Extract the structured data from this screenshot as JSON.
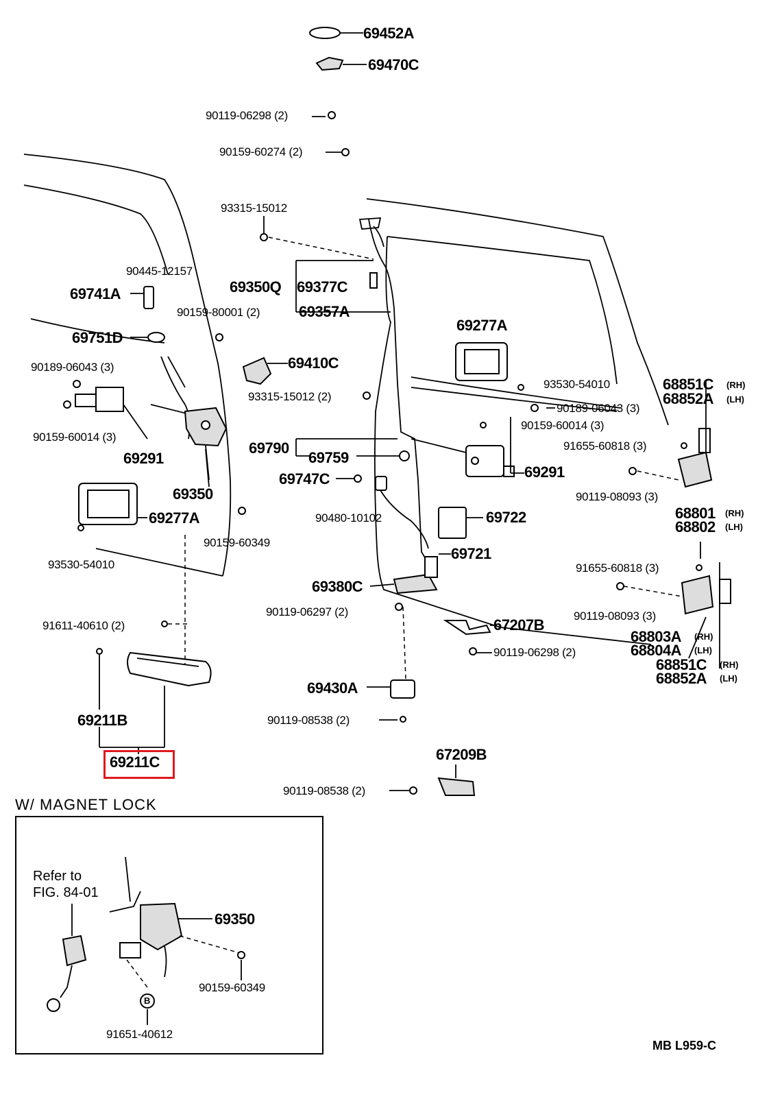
{
  "highlight": {
    "part": "69211C",
    "color": "#e0191e"
  },
  "labels": [
    {
      "id": "p69452A",
      "text": "69452A"
    },
    {
      "id": "p69470C",
      "text": "69470C"
    },
    {
      "id": "p90119_06298a",
      "text": "90119-06298 (2)"
    },
    {
      "id": "p90159_60274",
      "text": "90159-60274 (2)"
    },
    {
      "id": "p93315_15012a",
      "text": "93315-15012"
    },
    {
      "id": "p90445_12157",
      "text": "90445-12157"
    },
    {
      "id": "p69741A",
      "text": "69741A"
    },
    {
      "id": "p69350Q",
      "text": "69350Q"
    },
    {
      "id": "p69377C",
      "text": "69377C"
    },
    {
      "id": "p90159_80001",
      "text": "90159-80001 (2)"
    },
    {
      "id": "p69357A",
      "text": "69357A"
    },
    {
      "id": "p69751D",
      "text": "69751D"
    },
    {
      "id": "p69277Aa",
      "text": "69277A"
    },
    {
      "id": "p90189_06043a",
      "text": "90189-06043 (3)"
    },
    {
      "id": "p69410C",
      "text": "69410C"
    },
    {
      "id": "p93530_54010a",
      "text": "93530-54010"
    },
    {
      "id": "p68851Ca",
      "text": "68851C"
    },
    {
      "id": "p68852Aa",
      "text": "68852A"
    },
    {
      "id": "rh1",
      "text": "(RH)"
    },
    {
      "id": "lh1",
      "text": "(LH)"
    },
    {
      "id": "p93315_15012b",
      "text": "93315-15012 (2)"
    },
    {
      "id": "p90189_06043b",
      "text": "90189-06043 (3)"
    },
    {
      "id": "p90159_60014a",
      "text": "90159-60014 (3)"
    },
    {
      "id": "p90159_60014b",
      "text": "90159-60014 (3)"
    },
    {
      "id": "p91655_60818a",
      "text": "91655-60818 (3)"
    },
    {
      "id": "p69291a",
      "text": "69291"
    },
    {
      "id": "p69790",
      "text": "69790"
    },
    {
      "id": "p69759",
      "text": "69759"
    },
    {
      "id": "p69291b",
      "text": "69291"
    },
    {
      "id": "p69747C",
      "text": "69747C"
    },
    {
      "id": "p69350a",
      "text": "69350"
    },
    {
      "id": "p90119_08093a",
      "text": "90119-08093 (3)"
    },
    {
      "id": "p68801",
      "text": "68801"
    },
    {
      "id": "p68802",
      "text": "68802"
    },
    {
      "id": "rh2",
      "text": "(RH)"
    },
    {
      "id": "lh2",
      "text": "(LH)"
    },
    {
      "id": "p69277Ab",
      "text": "69277A"
    },
    {
      "id": "p90480_10102",
      "text": "90480-10102"
    },
    {
      "id": "p69722",
      "text": "69722"
    },
    {
      "id": "p90159_60349a",
      "text": "90159-60349"
    },
    {
      "id": "p69721",
      "text": "69721"
    },
    {
      "id": "p93530_54010b",
      "text": "93530-54010"
    },
    {
      "id": "p91655_60818b",
      "text": "91655-60818 (3)"
    },
    {
      "id": "p69380C",
      "text": "69380C"
    },
    {
      "id": "p90119_06297",
      "text": "90119-06297 (2)"
    },
    {
      "id": "p90119_08093b",
      "text": "90119-08093 (3)"
    },
    {
      "id": "p67207B",
      "text": "67207B"
    },
    {
      "id": "p91611_40610",
      "text": "91611-40610 (2)"
    },
    {
      "id": "p68803A",
      "text": "68803A"
    },
    {
      "id": "p68804A",
      "text": "68804A"
    },
    {
      "id": "rh3",
      "text": "(RH)"
    },
    {
      "id": "lh3",
      "text": "(LH)"
    },
    {
      "id": "p90119_06298b",
      "text": "90119-06298 (2)"
    },
    {
      "id": "p68851Cb",
      "text": "68851C"
    },
    {
      "id": "p68852Ab",
      "text": "68852A"
    },
    {
      "id": "rh4",
      "text": "(RH)"
    },
    {
      "id": "lh4",
      "text": "(LH)"
    },
    {
      "id": "p69430A",
      "text": "69430A"
    },
    {
      "id": "p69211B",
      "text": "69211B"
    },
    {
      "id": "p90119_08538a",
      "text": "90119-08538 (2)"
    },
    {
      "id": "p67209B",
      "text": "67209B"
    },
    {
      "id": "p69211C",
      "text": "69211C"
    },
    {
      "id": "p90119_08538b",
      "text": "90119-08538 (2)"
    }
  ],
  "inset": {
    "title": "W/ MAGNET  LOCK",
    "note_line1": "Refer to",
    "note_line2": "FIG. 84-01",
    "labels": [
      {
        "id": "i69350",
        "text": "69350"
      },
      {
        "id": "i90159_60349",
        "text": "90159-60349"
      },
      {
        "id": "iB",
        "text": "B"
      },
      {
        "id": "i91651_40612",
        "text": "91651-40612"
      }
    ]
  },
  "footer": {
    "code": "MB   L959-C"
  }
}
